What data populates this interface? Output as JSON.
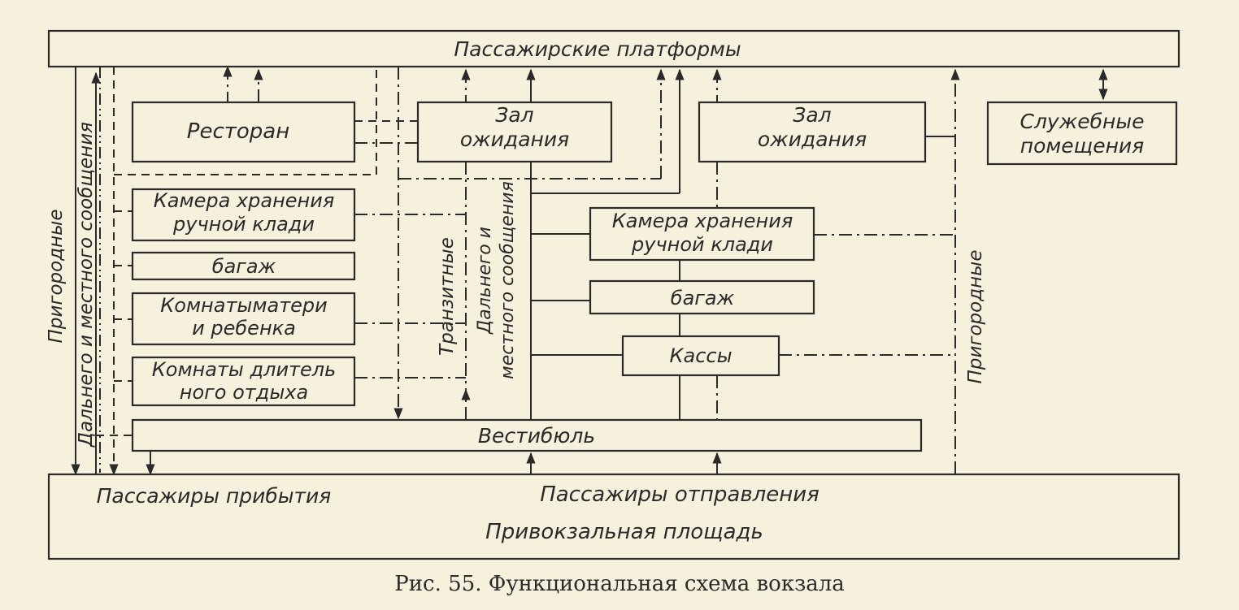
{
  "diagram": {
    "platforms": "Пассажирские платформы",
    "restaurant": "Ресторан",
    "waiting_hall_left": "Зал\nожидания",
    "waiting_hall_right": "Зал\nожидания",
    "service_rooms": "Служебные\nпомещения",
    "luggage_storage_left": "Камера хранения\nручной клади",
    "baggage_left": "багаж",
    "mother_child_rooms": "Комнатыматери\nи ребенка",
    "long_rest_rooms": "Комнаты длитель\nного отдыха",
    "luggage_storage_right": "Камера хранения\nручной клади",
    "baggage_right": "багаж",
    "ticket_office": "Кассы",
    "vestibule": "Вестибюль",
    "arrival_passengers": "Пассажиры прибытия",
    "departure_passengers": "Пассажиры отправления",
    "station_square": "Привокзальная площадь",
    "flow_suburban_left": "Пригородные",
    "flow_long_local_left": "Дальнего и местного сообщения",
    "flow_transit": "Транзитные",
    "flow_long_local_mid": "Дальнего и\nместного сообщения",
    "flow_suburban_right": "Пригородные"
  },
  "caption": "Рис. 55. Функциональная схема вокзала"
}
